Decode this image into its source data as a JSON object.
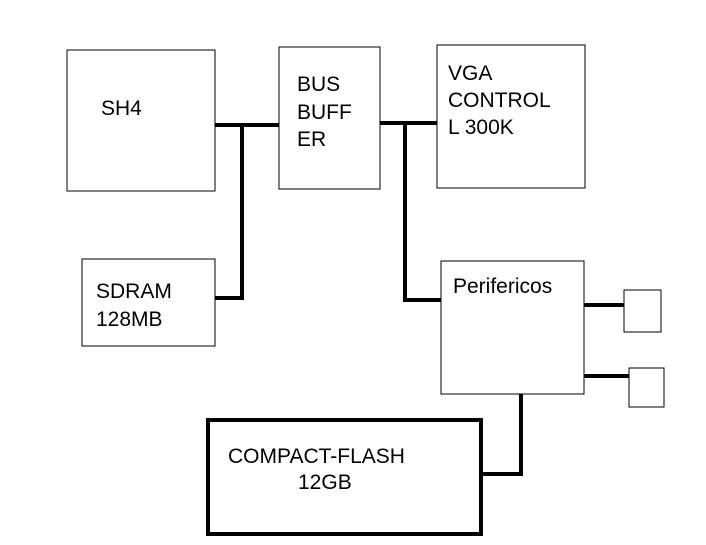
{
  "diagram": {
    "blocks": {
      "sh4": {
        "lines": [
          "SH4"
        ]
      },
      "bus_buffer": {
        "lines": [
          "BUS",
          "BUFF",
          "ER"
        ]
      },
      "vga_controller": {
        "lines": [
          "VGA",
          "CONTROL",
          "L 300K"
        ]
      },
      "sdram": {
        "lines": [
          "SDRAM",
          "128MB"
        ]
      },
      "perifericos": {
        "lines": [
          "Perifericos"
        ]
      },
      "compact_flash": {
        "lines": [
          "COMPACT-FLASH",
          "12GB"
        ]
      }
    }
  }
}
